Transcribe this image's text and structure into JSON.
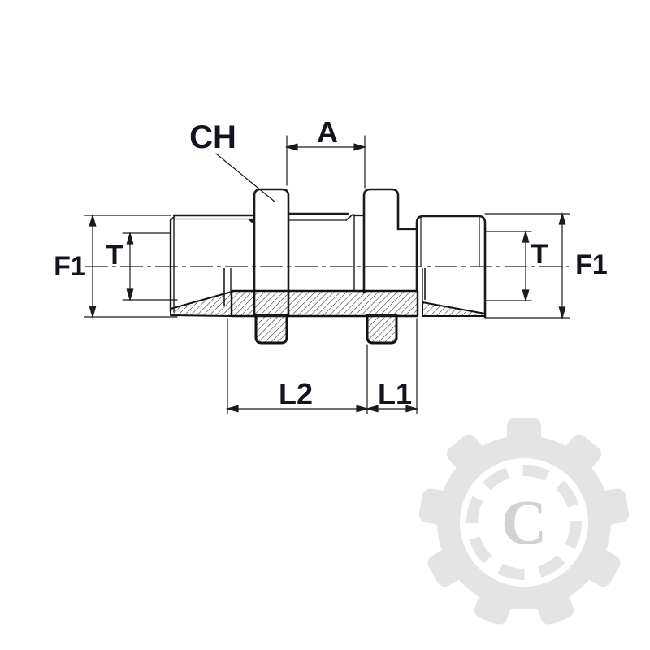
{
  "page": {
    "background": "#ffffff"
  },
  "drawing": {
    "type": "technical-drawing",
    "subject": "bulkhead straight union fitting, half-section view",
    "line_color": "#1b1b1b",
    "label_color": "#14141e",
    "labels": {
      "ch": "CH",
      "a": "A",
      "f1_left": "F1",
      "t_left": "T",
      "t_right": "T",
      "f1_right": "F1",
      "l2": "L2",
      "l1": "L1"
    }
  },
  "watermark": {
    "letter": "C",
    "gear_color": "#e4e4e4",
    "letter_color": "#d2d2d2"
  }
}
